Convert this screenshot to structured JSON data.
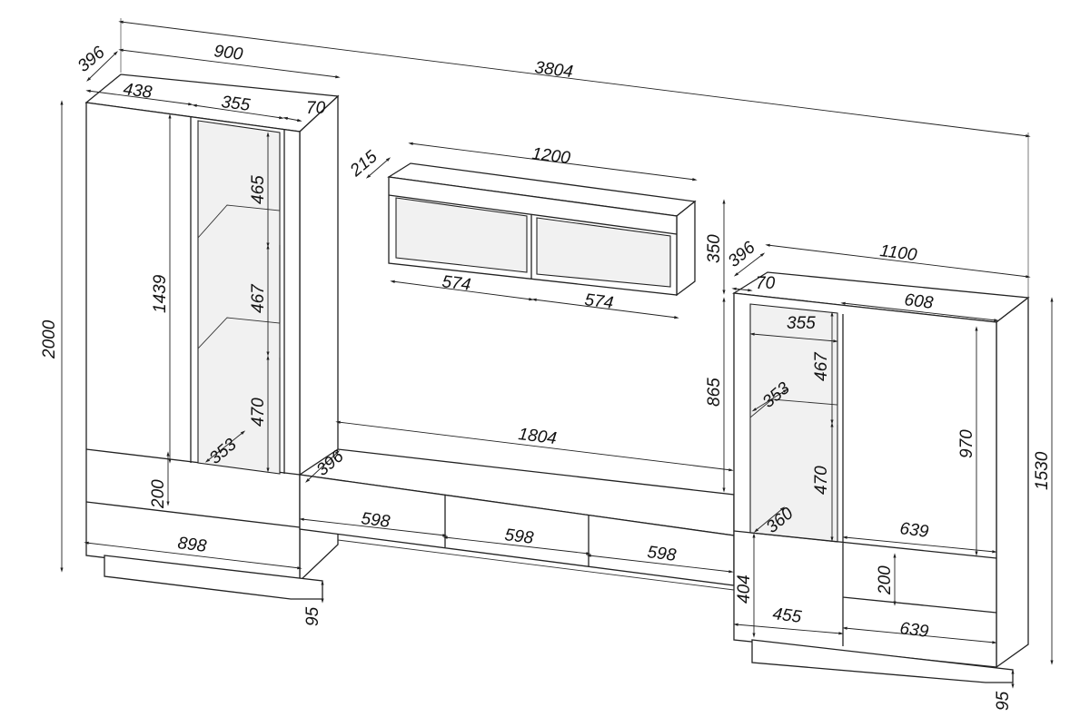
{
  "dimensions": {
    "overall_width": "3804",
    "left_depth": "396",
    "left_width": "900",
    "left_door_width": "438",
    "left_shelf_width": "355",
    "left_side_gap": "70",
    "left_height": "2000",
    "left_door_height": "1439",
    "left_shelf_1": "465",
    "left_shelf_2": "467",
    "left_shelf_3": "470",
    "left_shelf_depth": "353",
    "left_drawer_height": "200",
    "left_drawer_width": "898",
    "left_plinth": "95",
    "wall_depth": "215",
    "wall_width": "1200",
    "wall_height": "350",
    "wall_cell_1": "574",
    "wall_cell_2": "574",
    "tv_depth": "396",
    "tv_width": "1804",
    "tv_drawer_1": "598",
    "tv_drawer_2": "598",
    "tv_drawer_3": "598",
    "wall_to_tv": "865",
    "right_depth": "396",
    "right_width": "1100",
    "right_side_gap": "70",
    "right_door_width": "608",
    "right_shelf_width": "355",
    "right_shelf_1": "467",
    "right_shelf_depth": "353",
    "right_shelf_2": "470",
    "right_shelf_depth_2": "360",
    "right_door_height": "970",
    "right_inner_width": "639",
    "right_height": "1530",
    "right_lower_height": "404",
    "right_lower_door_width": "455",
    "right_drawer_height": "200",
    "right_drawer_width": "639",
    "right_plinth": "95"
  }
}
